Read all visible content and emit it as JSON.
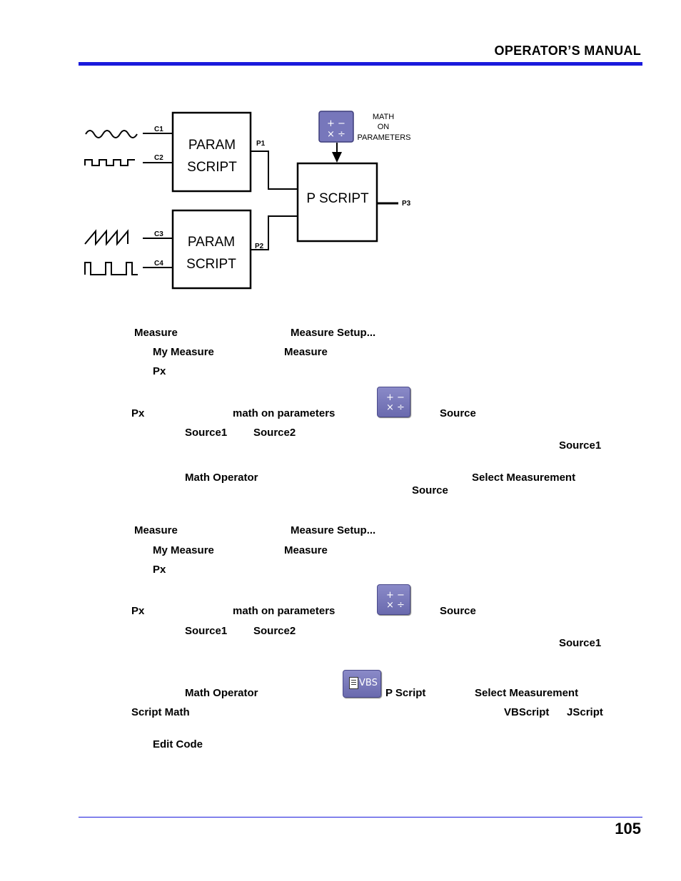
{
  "header": {
    "title": "OPERATOR’S MANUAL"
  },
  "diagram": {
    "channels": [
      "C1",
      "C2",
      "C3",
      "C4"
    ],
    "param_box_line1": "PARAM",
    "param_box_line2": "SCRIPT",
    "outputs": [
      "P1",
      "P2",
      "P3"
    ],
    "pscript_label": "P SCRIPT",
    "math_caption": [
      "MATH",
      "ON",
      "PARAMETERS"
    ]
  },
  "icons": {
    "math": [
      "+ −",
      "× ÷"
    ],
    "vbs_label": "VBS"
  },
  "section1": {
    "measure": "Measure",
    "measure_setup": "Measure Setup...",
    "my_measure": "My Measure",
    "measure2": "Measure",
    "px": "Px",
    "px2": "Px",
    "math_on_parameters": "math on parameters",
    "source": "Source",
    "source1": "Source1",
    "source2": "Source2",
    "source1b": "Source1",
    "math_operator": "Math Operator",
    "select_measurement": "Select Measurement",
    "source_b": "Source"
  },
  "section2": {
    "measure": "Measure",
    "measure_setup": "Measure Setup...",
    "my_measure": "My Measure",
    "measure2": "Measure",
    "px": "Px",
    "px2": "Px",
    "math_on_parameters": "math on parameters",
    "source": "Source",
    "source1": "Source1",
    "source2": "Source2",
    "source1b": "Source1",
    "math_operator": "Math Operator",
    "p_script": "P Script",
    "select_measurement": "Select Measurement",
    "script_math": "Script Math",
    "vbscript": "VBScript",
    "jscript": "JScript",
    "edit_code": "Edit Code"
  },
  "footer": {
    "page_number": "105"
  }
}
